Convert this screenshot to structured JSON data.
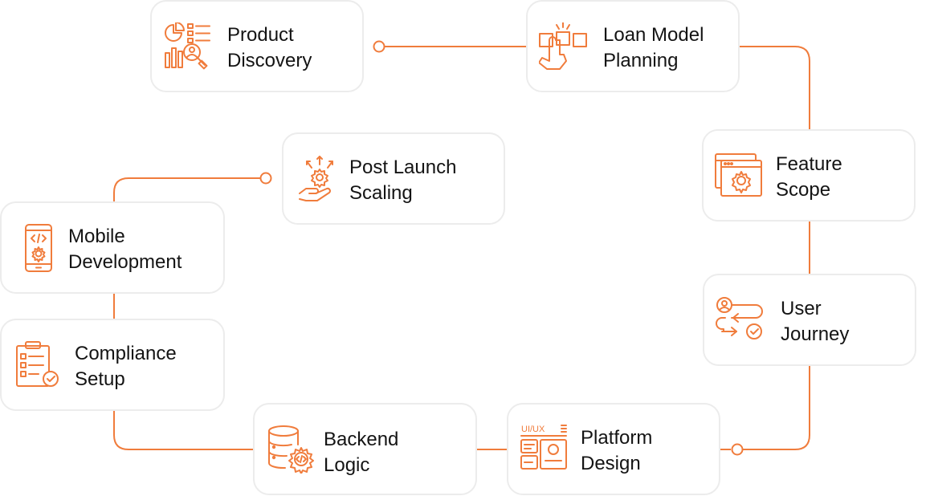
{
  "colors": {
    "accent": "#f07c3c",
    "text": "#141414",
    "card_border": "#ececec",
    "background": "#ffffff"
  },
  "steps": [
    {
      "id": "product-discovery",
      "label": "Product\nDiscovery",
      "icon": "analytics-search-icon"
    },
    {
      "id": "loan-model-planning",
      "label": "Loan Model\nPlanning",
      "icon": "hand-pointer-blocks-icon"
    },
    {
      "id": "feature-scope",
      "label": "Feature\nScope",
      "icon": "window-gear-icon"
    },
    {
      "id": "user-journey",
      "label": "User\nJourney",
      "icon": "user-flow-icon"
    },
    {
      "id": "platform-design",
      "label": "Platform\nDesign",
      "icon": "ui-ux-layout-icon"
    },
    {
      "id": "backend-logic",
      "label": "Backend\nLogic",
      "icon": "database-code-icon"
    },
    {
      "id": "compliance-setup",
      "label": "Compliance\nSetup",
      "icon": "checklist-icon"
    },
    {
      "id": "mobile-development",
      "label": "Mobile\nDevelopment",
      "icon": "mobile-gear-icon"
    },
    {
      "id": "post-launch-scaling",
      "label": "Post Launch\nScaling",
      "icon": "hand-gear-growth-icon"
    }
  ],
  "icon_text": {
    "ui_ux": "UI/UX"
  }
}
